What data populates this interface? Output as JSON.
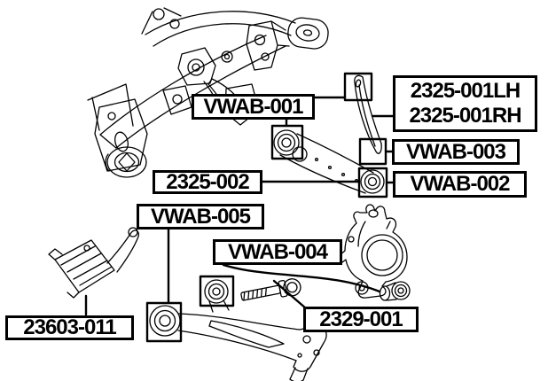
{
  "diagram_type": "auto-parts-exploded-diagram",
  "colors": {
    "line": "#000000",
    "background": "#ffffff",
    "text": "#000000"
  },
  "labels": {
    "vwab001": "VWAB-001",
    "lh": "2325-001LH",
    "rh": "2325-001RH",
    "vwab003": "VWAB-003",
    "vwab002": "VWAB-002",
    "p2325002": "2325-002",
    "vwab005": "VWAB-005",
    "vwab004": "VWAB-004",
    "p2329001": "2329-001",
    "p23603011": "23603-011"
  }
}
